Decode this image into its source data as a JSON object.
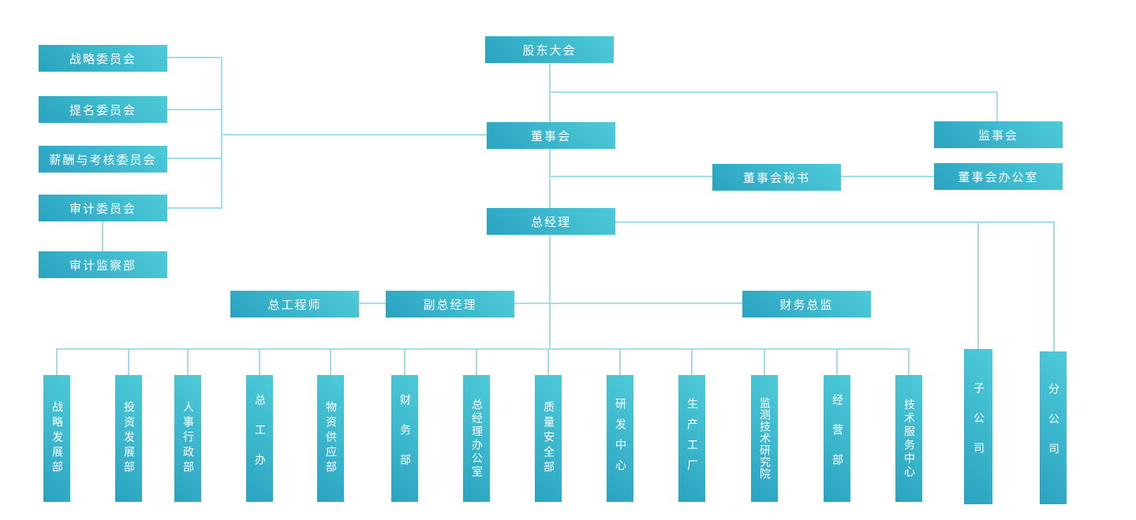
{
  "nodes": {
    "shareholders_meeting": "股东大会",
    "board": "董事会",
    "general_manager": "总经理",
    "supervisory_board": "监事会",
    "board_secretary": "董事会秘书",
    "board_office": "董事会办公室",
    "strategy_committee": "战略委员会",
    "nomination_committee": "提名委员会",
    "remuneration_committee": "薪酬与考核委员会",
    "audit_committee": "审计委员会",
    "audit_supervision_dept": "审计监察部",
    "chief_engineer": "总工程师",
    "deputy_general_manager": "副总经理",
    "finance_director": "财务总监"
  },
  "departments": [
    "战略发展部",
    "投资发展部",
    "人事行政部",
    "总工办",
    "物资供应部",
    "财务部",
    "总经理办公室",
    "质量安全部",
    "研发中心",
    "生产工厂",
    "监测技术研究院",
    "经营部",
    "技术服务中心"
  ],
  "companies": [
    "子公司",
    "分公司"
  ],
  "colors": {
    "node_gradient_start": "#2aa3c0",
    "node_gradient_end": "#4ecbd9",
    "connector": "#a3dde8",
    "text": "#ffffff",
    "background": "#ffffff"
  }
}
